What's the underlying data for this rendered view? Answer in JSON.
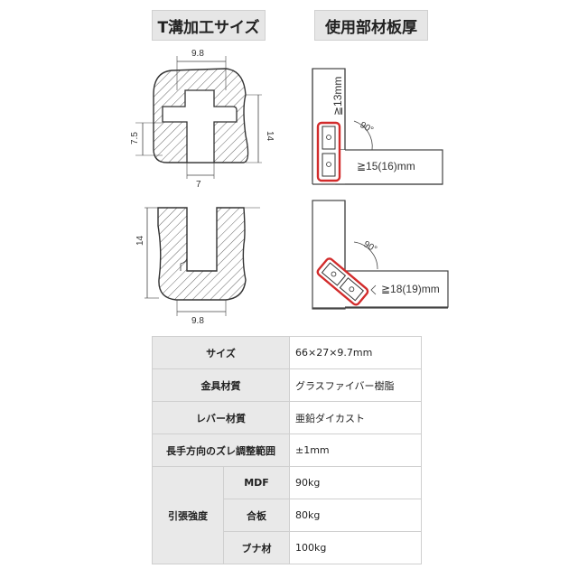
{
  "headings": {
    "left": "T溝加工サイズ",
    "right": "使用部材板厚"
  },
  "dimensions": {
    "top_width": "9.8",
    "height_right": "14",
    "slot_height": "7.5",
    "slot_width": "7",
    "height_left": "14",
    "bottom_width": "9.8"
  },
  "thickness": {
    "vertical_min": "≧13mm",
    "angle_top": "90°",
    "horizontal_top": "≧15(16)mm",
    "angle_bottom": "90°",
    "horizontal_bottom": "≧18(19)mm"
  },
  "colors": {
    "highlight": "#d22b2b",
    "hatch": "#555555"
  },
  "spec": {
    "size_label": "サイズ",
    "size_value": "66×27×9.7mm",
    "fitting_label": "金具材質",
    "fitting_value": "グラスファイバー樹脂",
    "lever_label": "レバー材質",
    "lever_value": "亜鉛ダイカスト",
    "adjust_label": "長手方向のズレ調整範囲",
    "adjust_value": "±1mm",
    "strength_label": "引張強度",
    "mdf_label": "MDF",
    "mdf_value": "90kg",
    "plywood_label": "合板",
    "plywood_value": "80kg",
    "solid_label": "ブナ材",
    "solid_value": "100kg"
  }
}
